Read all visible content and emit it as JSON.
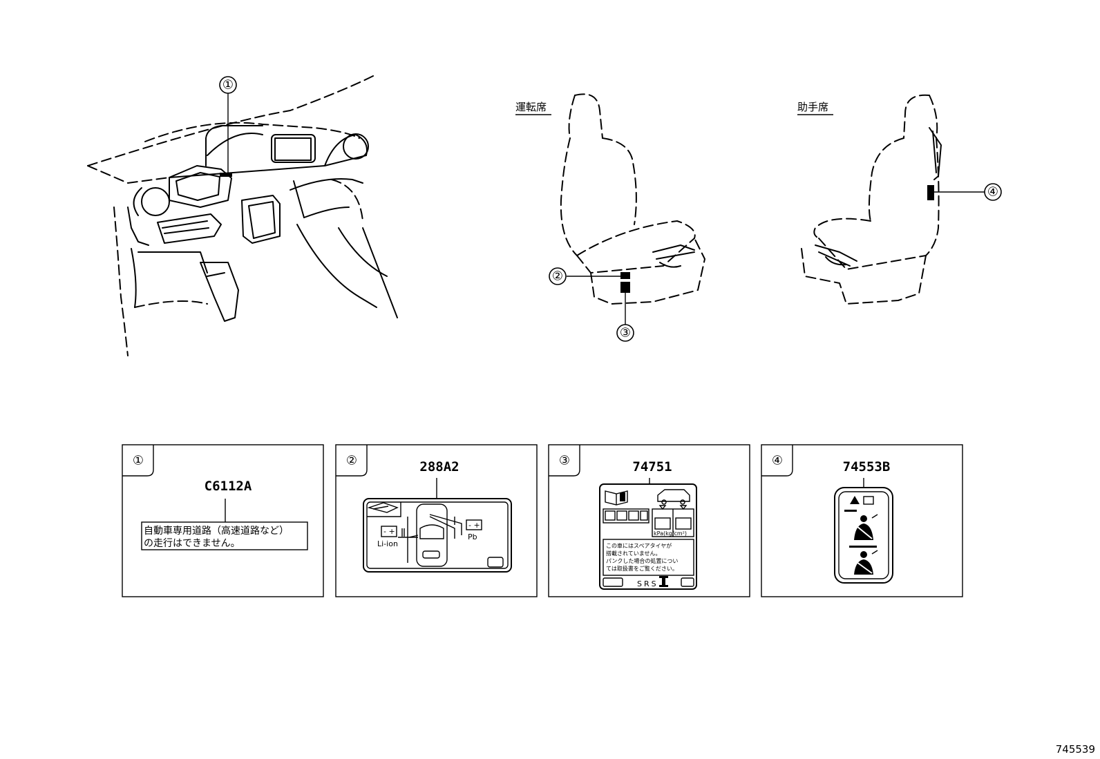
{
  "seat_labels": {
    "driver": "運転席",
    "passenger": "助手席"
  },
  "callouts": [
    "①",
    "②",
    "③",
    "④"
  ],
  "panels": [
    {
      "badge": "①",
      "part_number": "C6112A",
      "text_line1": "自動車専用道路（高速道路など）",
      "text_line2": "の走行はできません。"
    },
    {
      "badge": "②",
      "part_number": "288A2",
      "battery_left": "Li-ion",
      "battery_right": "Pb"
    },
    {
      "badge": "③",
      "part_number": "74751",
      "unit": "kPa(kg/cm²)",
      "note_lines": [
        "この車にはスペアタイヤが",
        "搭載されていません。",
        "パンクした場合の処置につい",
        "ては取扱書をご覧ください。"
      ],
      "srs": "SRS"
    },
    {
      "badge": "④",
      "part_number": "74553B"
    }
  ],
  "figure_id": "745539"
}
